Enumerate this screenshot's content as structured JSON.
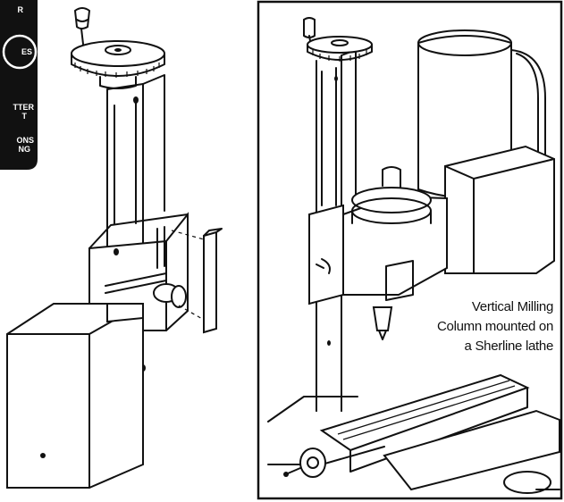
{
  "badge": {
    "top": "R",
    "circle": "ES",
    "line1": "TTER",
    "line2": "T",
    "line3": "ONS",
    "line4": "NG"
  },
  "caption": {
    "line1": "Vertical Milling",
    "line2": "Column mounted on",
    "line3": "a Sherline lathe"
  }
}
